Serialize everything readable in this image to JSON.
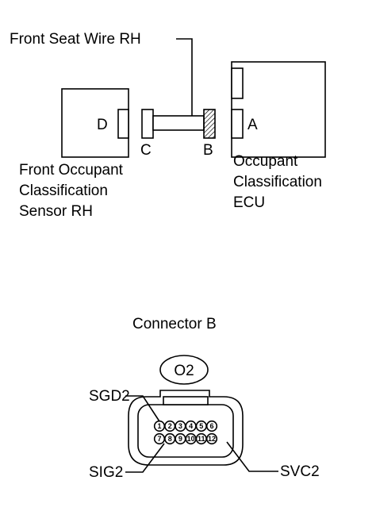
{
  "labels": {
    "wire": "Front Seat Wire RH",
    "sensor": [
      "Front Occupant",
      "Classification",
      "Sensor RH"
    ],
    "ecu": [
      "Occupant",
      "Classification",
      "ECU"
    ],
    "conn_a": "A",
    "conn_b": "B",
    "conn_c": "C",
    "conn_d": "D"
  },
  "connector_view": {
    "title": "Connector B",
    "code": "O2",
    "pins_top": [
      "1",
      "2",
      "3",
      "4",
      "5",
      "6"
    ],
    "pins_bottom": [
      "7",
      "8",
      "9",
      "10",
      "11",
      "12"
    ],
    "callouts": {
      "sgd2": "SGD2",
      "sig2": "SIG2",
      "svc2": "SVC2"
    }
  }
}
